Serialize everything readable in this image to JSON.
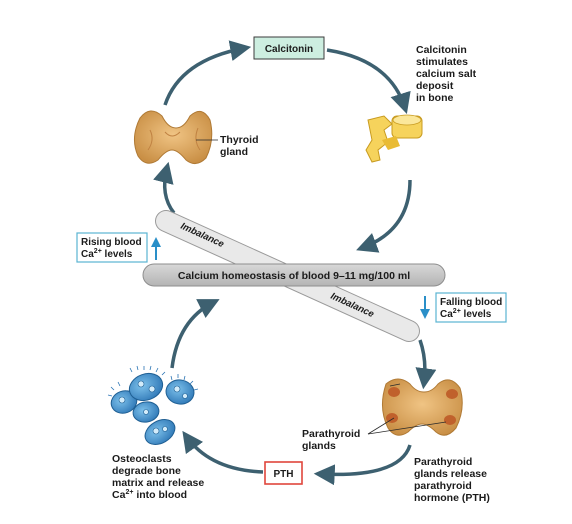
{
  "calcitonin_box": "Calcitonin",
  "calcitonin_effect": [
    "Calcitonin",
    "stimulates",
    "calcium salt",
    "deposit",
    "in bone"
  ],
  "thyroid_label": [
    "Thyroid",
    "gland"
  ],
  "homeostasis_bar": "Calcium homeostasis of blood 9–11 mg/100 ml",
  "imbalance_top": "Imbalance",
  "imbalance_bottom": "Imbalance",
  "rising_label": [
    "Rising blood",
    "Ca",
    "2+",
    " levels"
  ],
  "falling_label": [
    "Falling blood",
    "Ca",
    "2+",
    " levels"
  ],
  "parathyroid_label": [
    "Parathyroid",
    "glands"
  ],
  "pth_box": "PTH",
  "pth_effect": [
    "Parathyroid",
    "glands release",
    "parathyroid",
    "hormone (PTH)"
  ],
  "osteoclast_label": [
    "Osteoclasts",
    "degrade bone",
    "matrix and release",
    "Ca",
    "2+",
    " into blood"
  ],
  "colors": {
    "arrow": "#3d6070",
    "calcitonin_box_fill": "#cdeee0",
    "pth_box_border": "#e0463c",
    "info_box_border": "#5ab4d2",
    "small_arrow": "#2a8fc8",
    "bar_fill": "#c6c6c6",
    "thyroid": "#dfaa63",
    "osteoclast": "#3f8cc8"
  }
}
